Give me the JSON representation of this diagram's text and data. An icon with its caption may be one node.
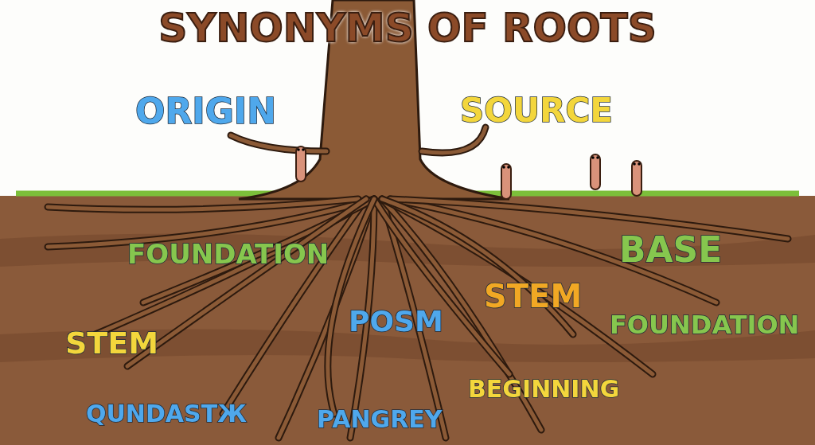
{
  "diagram": {
    "title": "SYNONYMS OF ROOTS",
    "labels": [
      "ORIGIN",
      "SOURCE",
      "FOUNDATION",
      "BASE",
      "STEM",
      "POSM",
      "FOUNDATION",
      "STEM",
      "BEGINNING",
      "QUNDASTЖ",
      "PANGREY"
    ]
  }
}
